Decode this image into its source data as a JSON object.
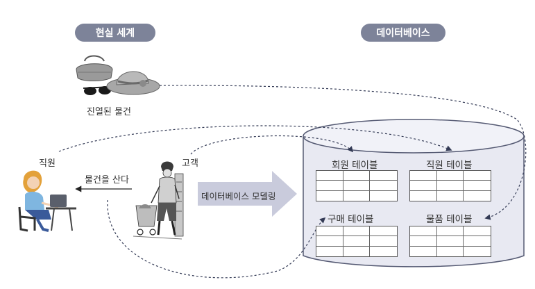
{
  "headings": {
    "real_world": "현실 세계",
    "database": "데이터베이스"
  },
  "labels": {
    "displayed_goods": "진열된 물건",
    "employee": "직원",
    "customer": "고객",
    "buys_goods": "물건을 산다",
    "db_modeling": "데이터베이스 모델링"
  },
  "tables": [
    {
      "name": "회원 테이블"
    },
    {
      "name": "직원 테이블"
    },
    {
      "name": "구매 테이블"
    },
    {
      "name": "물품 테이블"
    }
  ],
  "colors": {
    "heading_pill": "#7d8399",
    "cylinder_fill": "#e8e9f2",
    "cylinder_stroke": "#555a73",
    "big_arrow": "#c9cbdc",
    "dashed_line": "#333a55"
  },
  "icons": [
    "handbag-icon",
    "sunglasses-icon",
    "hat-icon",
    "employee-at-laptop-icon",
    "customer-with-cart-icon"
  ]
}
